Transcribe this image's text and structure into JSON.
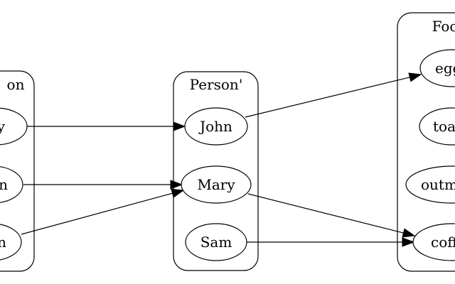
{
  "clusters": {
    "left": {
      "label": "on"
    },
    "middle": {
      "label": "Person'"
    },
    "right": {
      "label": "Foo"
    }
  },
  "nodes": {
    "left_1": {
      "label": "ry"
    },
    "left_2": {
      "label": "n"
    },
    "left_3": {
      "label": "n"
    },
    "john": {
      "label": "John"
    },
    "mary": {
      "label": "Mary"
    },
    "sam": {
      "label": "Sam"
    },
    "eggs": {
      "label": "egg"
    },
    "toast": {
      "label": "toa"
    },
    "oatmeal": {
      "label": "outm"
    },
    "coffee": {
      "label": "coff"
    }
  },
  "edges": [
    {
      "from": "left_1",
      "to": "john"
    },
    {
      "from": "left_2",
      "to": "mary"
    },
    {
      "from": "left_3",
      "to": "mary"
    },
    {
      "from": "john",
      "to": "eggs"
    },
    {
      "from": "mary",
      "to": "coffee"
    },
    {
      "from": "sam",
      "to": "coffee"
    }
  ]
}
